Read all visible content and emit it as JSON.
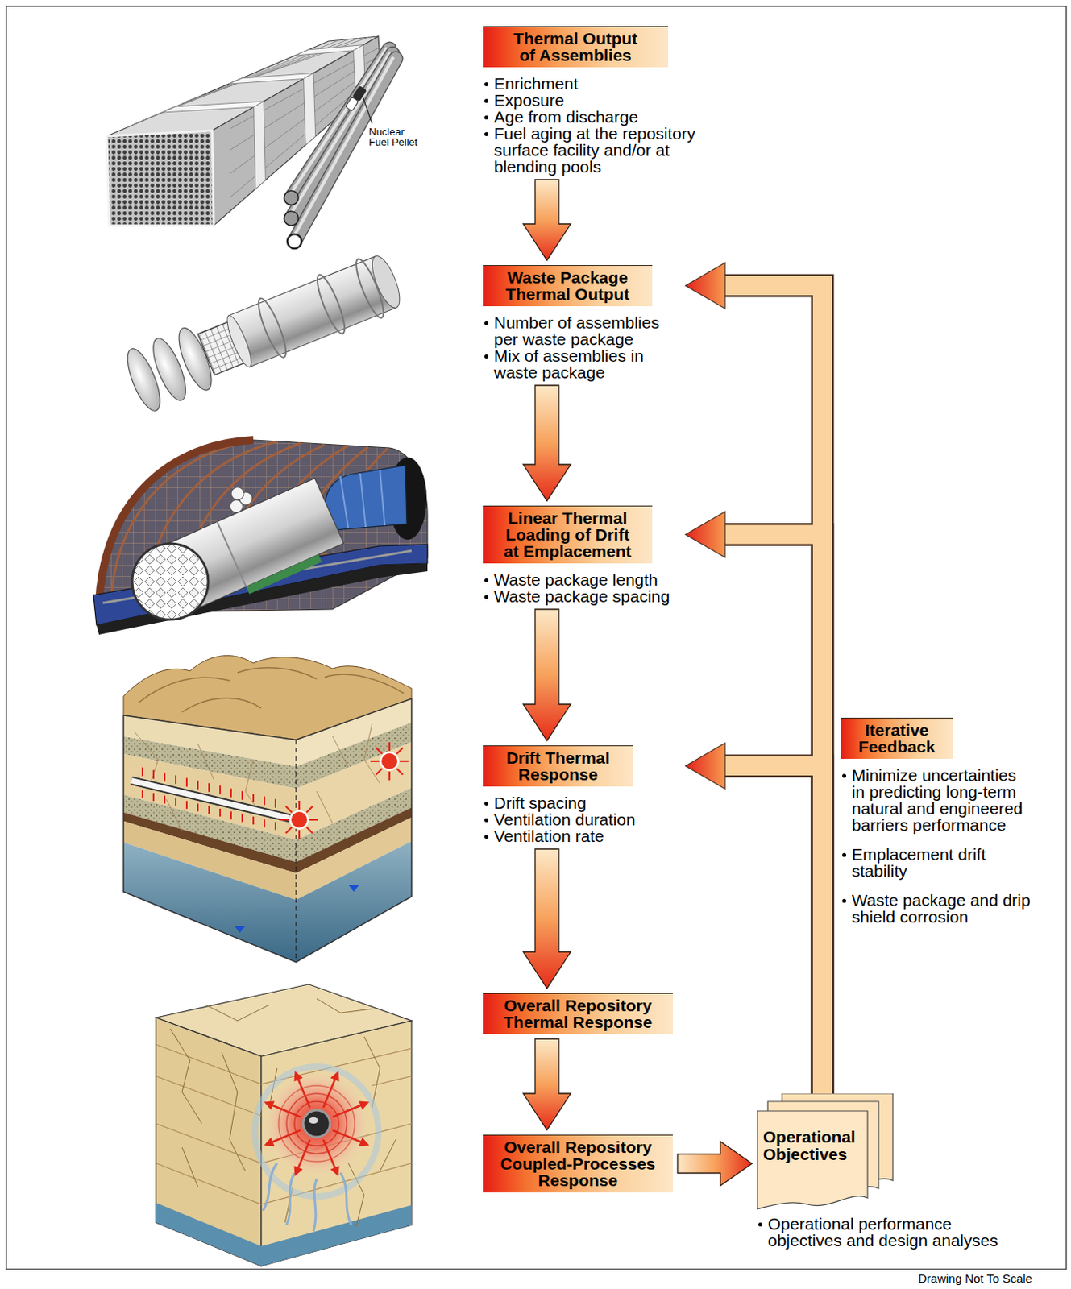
{
  "diagram": {
    "nodes": [
      {
        "text": [
          "Thermal Output of Assemblies",
          "Enrichment",
          "Exposure",
          "Age from discharge",
          "Fuel aging at the repository surface facility and/or at blending pools"
        ]
      },
      {
        "text": [
          "Waste Package Thermal Output",
          "Number of assemblies per waste package",
          "Mix of assemblies in waste package"
        ]
      },
      {
        "text": [
          "Linear Thermal Loading of Drift at Emplacement",
          "Waste package length",
          "Waste package spacing"
        ]
      },
      {
        "text": [
          "Drift Thermal Response",
          "Drift spacing",
          "Ventilation duration",
          "Ventilation rate"
        ]
      },
      {
        "text": [
          "Overall Repository Thermal Response"
        ]
      },
      {
        "text": [
          "Overall Repository Coupled-Processes Response"
        ]
      },
      {
        "text": [
          "Operational Objectives",
          "Operational performance objectives and design analyses"
        ]
      },
      {
        "text": [
          "Iterative Feedback",
          "Minimize uncertainties in predicting long-term natural and engineered barriers performance",
          "Emplacement drift stability",
          "Waste package and drip shield corrosion"
        ]
      }
    ],
    "edges": [
      {
        "from": 0,
        "to": 1,
        "arrow": "to"
      },
      {
        "from": 1,
        "to": 2,
        "arrow": "to"
      },
      {
        "from": 2,
        "to": 3,
        "arrow": "to"
      },
      {
        "from": 3,
        "to": 4,
        "arrow": "to"
      },
      {
        "from": 4,
        "to": 5,
        "arrow": "to"
      },
      {
        "from": 5,
        "to": 6,
        "arrow": "to"
      },
      {
        "from": 6,
        "to": 1,
        "arrow": "to"
      },
      {
        "from": 6,
        "to": 2,
        "arrow": "to"
      },
      {
        "from": 6,
        "to": 3,
        "arrow": "to"
      }
    ],
    "labels": [
      "Nuclear Fuel Pellet",
      "Drawing Not To Scale"
    ]
  }
}
